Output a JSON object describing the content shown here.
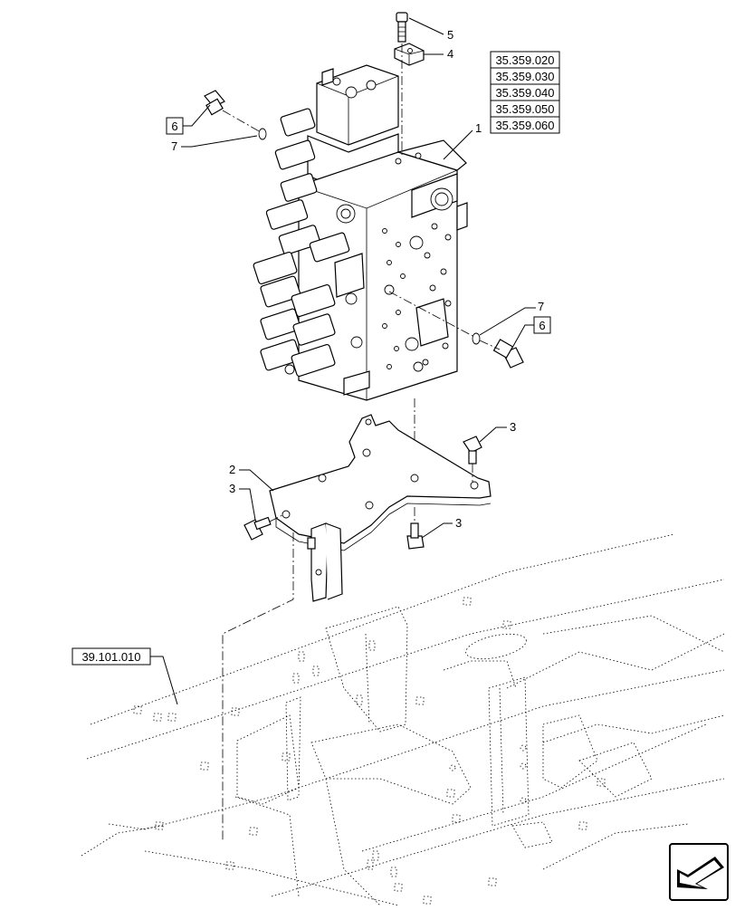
{
  "diagram": {
    "callouts": {
      "c1": "1",
      "c2": "2",
      "c3a": "3",
      "c3b": "3",
      "c3c": "3",
      "c4": "4",
      "c5": "5",
      "c6a": "6",
      "c6b": "6",
      "c7a": "7",
      "c7b": "7"
    },
    "references": [
      "35.359.020",
      "35.359.030",
      "35.359.040",
      "35.359.050",
      "35.359.060"
    ],
    "frame_reference": "39.101.010",
    "nav_icon": "next-page-arrow-icon"
  }
}
